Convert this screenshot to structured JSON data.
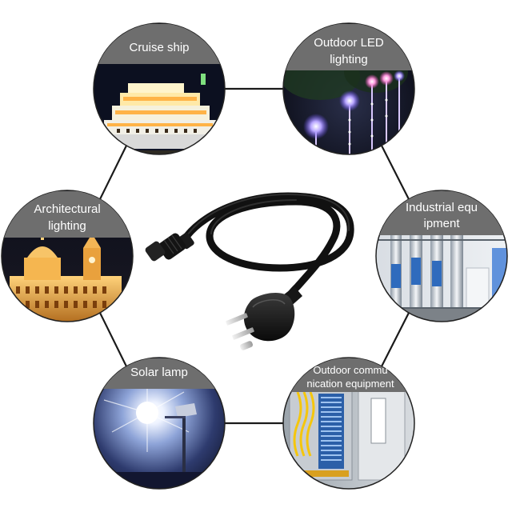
{
  "applications": [
    {
      "id": "cruise-ship",
      "label_lines": [
        "Cruise ship"
      ]
    },
    {
      "id": "outdoor-led-lighting",
      "label_lines": [
        "Outdoor LED",
        "lighting"
      ]
    },
    {
      "id": "architectural-lighting",
      "label_lines": [
        "Architectural",
        "lighting"
      ]
    },
    {
      "id": "industrial-equipment",
      "label_lines": [
        "Industrial equ",
        "ipment"
      ]
    },
    {
      "id": "solar-lamp",
      "label_lines": [
        "Solar lamp"
      ]
    },
    {
      "id": "outdoor-communication-equipment",
      "label_lines": [
        "Outdoor commu",
        "nication equipment"
      ]
    }
  ],
  "colors": {
    "background": "#ffffff",
    "connector_line": "#1a1a1a",
    "circle_border": "#222222",
    "label_band": "#6e6e6e",
    "cable": "#111111",
    "plug_prongs": "#c8c8c8"
  },
  "product": {
    "icon": "power-cord-icon",
    "connector_icon": "waterproof-connector-icon",
    "plug_icon": "us-three-prong-plug-icon"
  }
}
